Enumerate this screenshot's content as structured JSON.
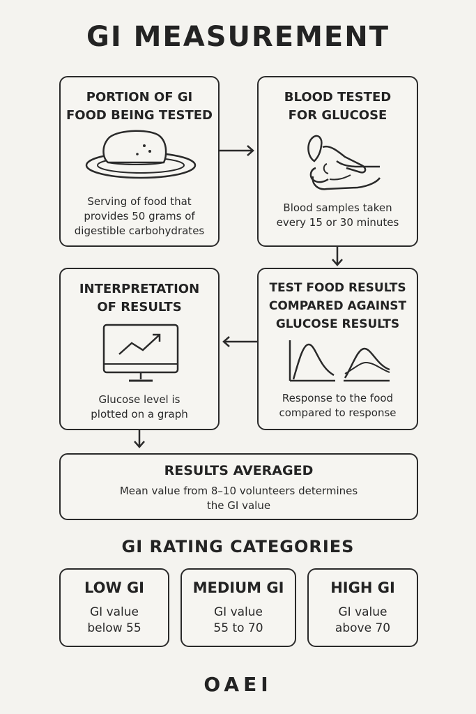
{
  "title": "GI MEASUREMENT",
  "steps": {
    "portion": {
      "heading": [
        "PORTION OF GI",
        "FOOD BEING TESTED"
      ],
      "text": [
        "Serving of food that",
        "provides 50 grams of",
        "digestible carbohydrates"
      ],
      "icon": "bread-on-plate-icon"
    },
    "blood": {
      "heading": [
        "BLOOD TESTED",
        "FOR GLUCOSE"
      ],
      "text": [
        "Blood samples taken",
        "every 15 or 30 minutes"
      ],
      "icon": "finger-prick-hand-icon"
    },
    "compare": {
      "heading": [
        "TEST FOOD RESULTS",
        "COMPARED AGAINST",
        "GLUCOSE RESULTS"
      ],
      "text": [
        "Response to the food",
        "compared to response"
      ],
      "icon": "response-curves-icon"
    },
    "interpret": {
      "heading": [
        "INTERPRETATION",
        "OF RESULTS"
      ],
      "text": [
        "Glucose level is",
        "plotted on a graph"
      ],
      "icon": "monitor-trend-icon"
    },
    "averaged": {
      "heading": "RESULTS AVERAGED",
      "text": [
        "Mean value from 8–10 volunteers determines",
        "the GI value"
      ]
    }
  },
  "categories_title": "GI RATING CATEGORIES",
  "categories": [
    {
      "name": "LOW GI",
      "text": [
        "GI value",
        "below 55"
      ]
    },
    {
      "name": "MEDIUM GI",
      "text": [
        "GI value",
        "55 to 70"
      ]
    },
    {
      "name": "HIGH GI",
      "text": [
        "GI value",
        "above 70"
      ]
    }
  ],
  "footer": "OAEI"
}
